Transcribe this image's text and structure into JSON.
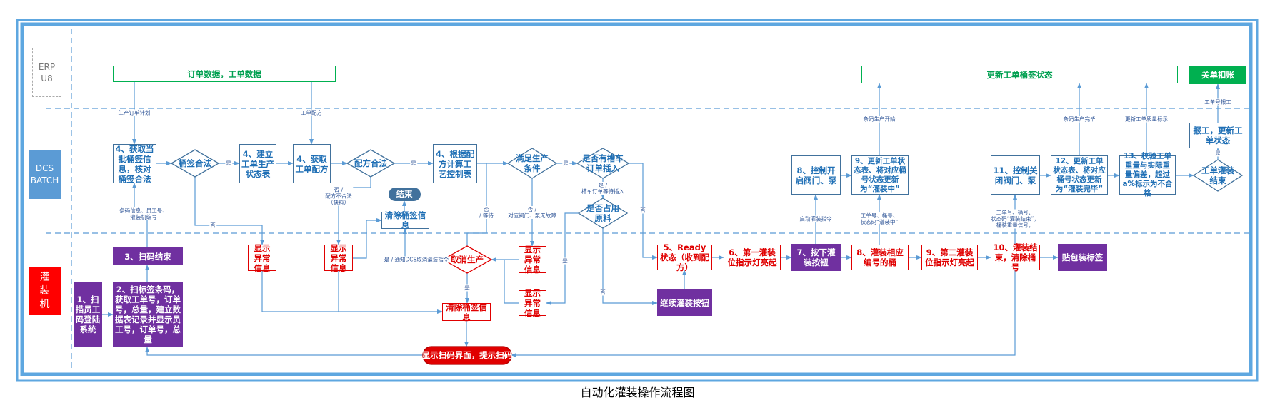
{
  "title": "自动化灌装操作流程图",
  "lanes": {
    "erp": "ERP\nU8",
    "dcs": "DCS\nBATCH",
    "filler": "灌\n装\n机"
  },
  "colors": {
    "blue_text": "#1f6fb5",
    "red": "#e00000",
    "purple": "#7030a0",
    "green": "#00b050",
    "line": "#5b9bd5"
  },
  "erp": {
    "order_data": "订单数据，工单数据",
    "update_status": "更新工单桶签状态",
    "close_order": "关单扣账"
  },
  "dcs": {
    "get_barcode": "4、获取当批桶签信息，核对桶签合法",
    "barcode_valid": "桶签合法",
    "create_table": "4、建立工单生产状态表",
    "get_recipe": "4、获取工单配方",
    "recipe_valid": "配方合法",
    "calc_control": "4、根据配方计算工艺控制表",
    "conditions_met": "满足生产条件",
    "tanker_insert": "是否有槽车订单插入",
    "material_used": "是否占用原料",
    "end": "结束",
    "clear_label_blue": "清除桶签信息",
    "open_valve": "8、控制开启阀门、泵",
    "update_filling": "9、更新工单状态表、将对应桶号状态更新为“灌装中”",
    "close_valve": "11、控制关闭阀门、泵",
    "update_done": "12、更新工单状态表、将对应桶号状态更新为“灌装完毕”",
    "check_weight": "13、校验工单重量与实际重量偏差，超过a%标示为不合格",
    "order_done": "工单灌装结束",
    "report": "报工，更新工单状态"
  },
  "filler": {
    "scan_staff": "1、扫描员工码登陆系统",
    "scan_label": "2、扫标签条码，获取工单号，订单号，总量，建立数据表记录并显示员工号，订单号，总量",
    "scan_end": "3、扫码结束",
    "error1": "显示异常信息",
    "error2": "显示异常信息",
    "error3": "显示异常信息",
    "error4": "显示异常信息",
    "cancel": "取消生产",
    "clear_label_red": "清除桶签信息",
    "show_scan": "显示扫码界面，提示扫码",
    "ready": "5、Ready状态（收到配方）",
    "light1": "6、第一灌装位指示灯亮起",
    "press": "7、按下灌装按钮",
    "fill_barrel": "8、灌装相应编号的桶",
    "light2": "9、第二灌装位指示灯亮起",
    "fill_end": "10、灌装结束，清除桶号",
    "continue": "继续灌装按钮",
    "pack_label": "贴包装标签"
  },
  "edges": {
    "plan": "生产订单计划",
    "recipe": "工单配方",
    "yes": "是",
    "no": "否",
    "recipe_invalid": "否 /\n配方不合法\n（缺料）",
    "scan_info": "条码信息、员工号、\n灌装机编号",
    "notify_cancel": "是 / 通知DCS取消灌装指令",
    "wait": "否\n/ 等待",
    "fault": "否 /\n对应阀门、泵无故障",
    "tanker_wait": "是 /\n槽车订单等待插入",
    "start_cmd": "启动灌装指令",
    "barcode_start": "条码生产开始",
    "filling_info": "工单号、桶号、\n状态码“灌装中”",
    "end_info": "工单号、桶号、\n状态码“灌装结束”，\n桶装重量信号。",
    "barcode_done": "条码生产完毕",
    "quality": "更新工单质量标示",
    "report_order": "工单号报工"
  }
}
